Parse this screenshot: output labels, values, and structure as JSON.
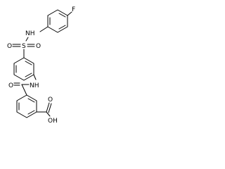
{
  "molecule": {
    "atom_labels": {
      "fluorine": "F",
      "amine_top": "NH",
      "sulfur": "S",
      "oxygen_left": "O",
      "oxygen_right": "O",
      "amine_bottom": "NH",
      "carbonyl_oxygen": "O",
      "carboxyl_oxygen": "O",
      "hydroxyl": "OH"
    }
  }
}
